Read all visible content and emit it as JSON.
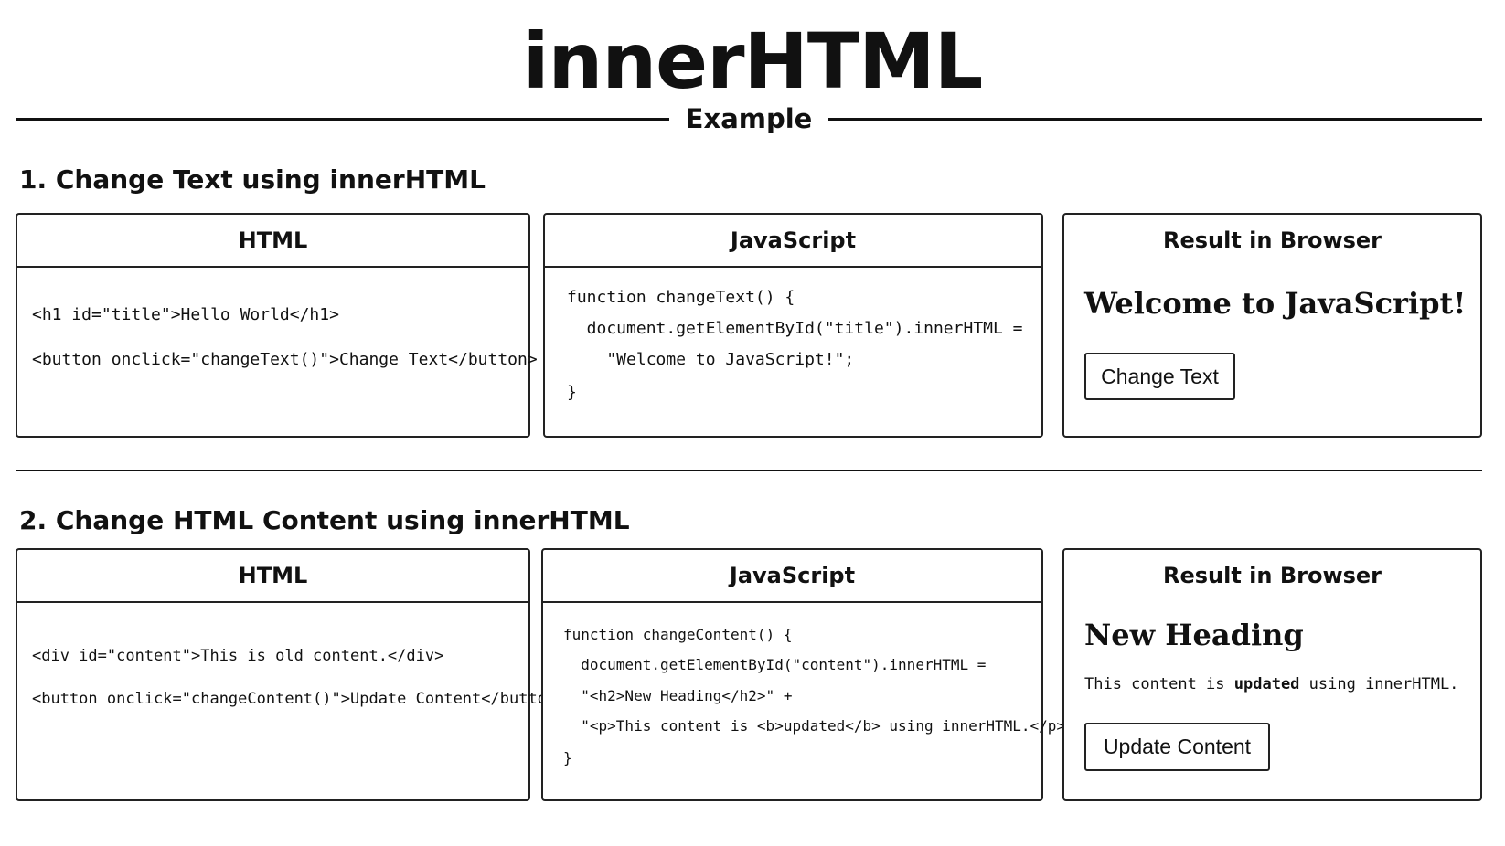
{
  "header": {
    "title": "innerHTML",
    "subtitle": "Example"
  },
  "section1": {
    "title": "1. Change Text using innerHTML",
    "html_card": {
      "heading": "HTML",
      "lines": [
        "<h1 id=\"title\">Hello World</h1>",
        "<button onclick=\"changeText()\">Change Text</button>"
      ]
    },
    "js_card": {
      "heading": "JavaScript",
      "lines": [
        "function changeText() {",
        "  document.getElementById(\"title\").innerHTML =",
        "    \"Welcome to JavaScript!\";",
        "}"
      ]
    },
    "result_card": {
      "heading": "Result in Browser",
      "output_heading": "Welcome to JavaScript!",
      "button_label": "Change Text"
    }
  },
  "section2": {
    "title": "2. Change HTML Content using innerHTML",
    "html_card": {
      "heading": "HTML",
      "lines": [
        "<div id=\"content\">This is old content.</div>",
        "<button onclick=\"changeContent()\">Update Content</button>"
      ]
    },
    "js_card": {
      "heading": "JavaScript",
      "lines": [
        "function changeContent() {",
        "  document.getElementById(\"content\").innerHTML =",
        "  \"<h2>New Heading</h2>\" +",
        "  \"<p>This content is <b>updated</b> using innerHTML.</p>\";",
        "}"
      ]
    },
    "result_card": {
      "heading": "Result in Browser",
      "output_heading": "New Heading",
      "para_before": "This content is ",
      "para_bold": "updated",
      "para_after": " using innerHTML.",
      "button_label": "Update Content"
    }
  }
}
